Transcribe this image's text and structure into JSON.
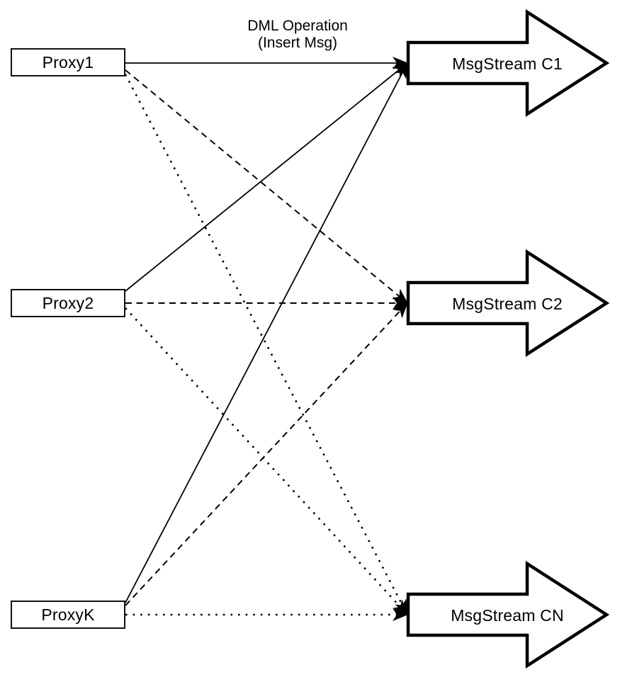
{
  "diagram": {
    "title_line1": "DML Operation",
    "title_line2": "(Insert Msg)",
    "nodes": {
      "proxies": [
        {
          "id": "proxy1",
          "label": "Proxy1"
        },
        {
          "id": "proxy2",
          "label": "Proxy2"
        },
        {
          "id": "proxyk",
          "label": "ProxyK"
        }
      ],
      "streams": [
        {
          "id": "c1",
          "label": "MsgStream C1"
        },
        {
          "id": "c2",
          "label": "MsgStream C2"
        },
        {
          "id": "cn",
          "label": "MsgStream CN"
        }
      ]
    },
    "edges": [
      {
        "from": "proxy1",
        "to": "c1",
        "style": "solid"
      },
      {
        "from": "proxy1",
        "to": "c2",
        "style": "dashed"
      },
      {
        "from": "proxy1",
        "to": "cn",
        "style": "dotted"
      },
      {
        "from": "proxy2",
        "to": "c1",
        "style": "solid"
      },
      {
        "from": "proxy2",
        "to": "c2",
        "style": "dashed"
      },
      {
        "from": "proxy2",
        "to": "cn",
        "style": "dotted"
      },
      {
        "from": "proxyk",
        "to": "c1",
        "style": "solid"
      },
      {
        "from": "proxyk",
        "to": "c2",
        "style": "dashed"
      },
      {
        "from": "proxyk",
        "to": "cn",
        "style": "dotted"
      }
    ],
    "colors": {
      "line": "#000000",
      "shape_fill": "#ffffff",
      "text": "#000000"
    }
  }
}
